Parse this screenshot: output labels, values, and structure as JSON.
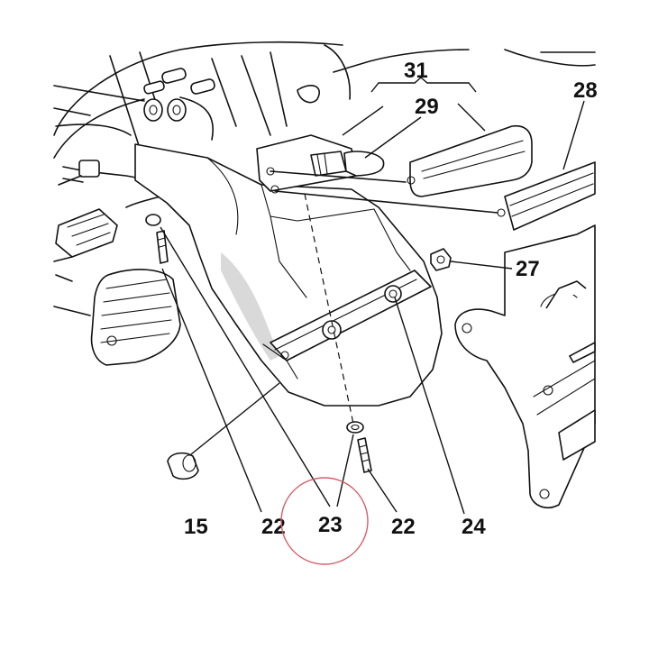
{
  "diagram": {
    "callouts": {
      "c31": "31",
      "c29": "29",
      "c28": "28",
      "c27": "27",
      "c15": "15",
      "c22a": "22",
      "c23": "23",
      "c22b": "22",
      "c24": "24"
    },
    "colors": {
      "line": "#111111",
      "highlight_circle": "#d35f6a"
    }
  }
}
